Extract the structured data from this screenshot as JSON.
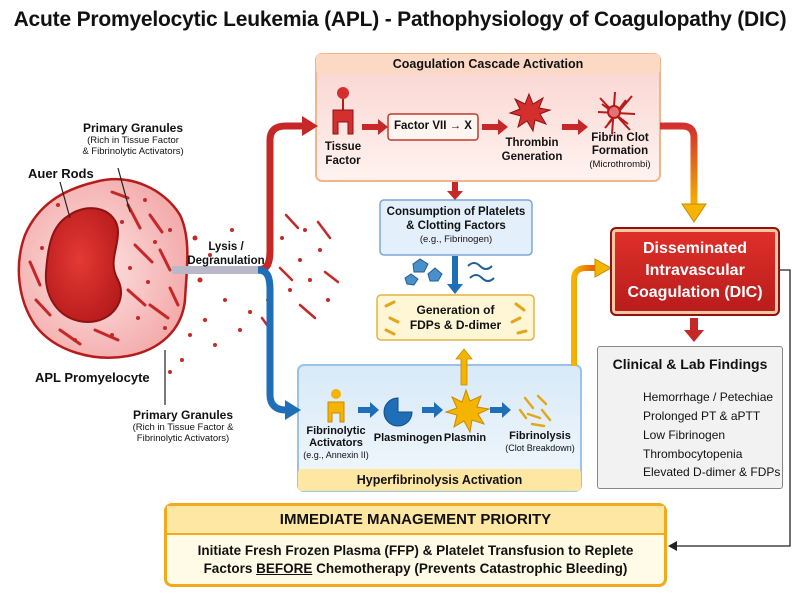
{
  "title": "Acute Promyelocytic Leukemia (APL) - Pathophysiology of Coagulopathy (DIC)",
  "cell": {
    "primary_granules_top": "Primary Granules",
    "primary_granules_top_note1": "(Rich in Tissue Factor",
    "primary_granules_top_note2": "& Fibrinolytic Activators)",
    "auer_rods": "Auer Rods",
    "lysis1": "Lysis /",
    "lysis2": "Degranulation",
    "promyelocyte": "APL Promyelocyte",
    "primary_granules_bottom": "Primary Granules",
    "primary_granules_bottom_note1": "(Rich in Tissue Factor &",
    "primary_granules_bottom_note2": "Fibrinolytic Activators)"
  },
  "coag": {
    "header": "Coagulation Cascade Activation",
    "tissue_factor1": "Tissue",
    "tissue_factor2": "Factor",
    "factor": "Factor VII → X",
    "thrombin1": "Thrombin",
    "thrombin2": "Generation",
    "fibrin1": "Fibrin Clot",
    "fibrin2": "Formation",
    "fibrin3": "(Microthrombi)"
  },
  "consumption": {
    "line1": "Consumption of Platelets",
    "line2": "& Clotting Factors",
    "line3": "(e.g., Fibrinogen)"
  },
  "fdp": {
    "line1": "Generation of",
    "line2": "FDPs & D-dimer"
  },
  "fib": {
    "header": "Hyperfibrinolysis Activation",
    "activators1": "Fibrinolytic",
    "activators2": "Activators",
    "activators3": "(e.g., Annexin II)",
    "plasminogen": "Plasminogen",
    "plasmin": "Plasmin",
    "fibrinolysis1": "Fibrinolysis",
    "fibrinolysis2": "(Clot Breakdown)"
  },
  "dic": {
    "line1": "Disseminated",
    "line2": "Intravascular",
    "line3": "Coagulation (DIC)"
  },
  "findings": {
    "header": "Clinical & Lab Findings",
    "items": [
      "Hemorrhage / Petechiae",
      "Prolonged PT & aPTT",
      "Low Fibrinogen",
      "Thrombocytopenia",
      "Elevated D-dimer & FDPs"
    ]
  },
  "management": {
    "header": "IMMEDIATE MANAGEMENT PRIORITY",
    "line1": "Initiate Fresh Frozen Plasma (FFP) & Platelet Transfusion to Replete",
    "line2_pre": "Factors ",
    "line2_em": "BEFORE",
    "line2_post": " Chemotherapy (Prevents Catastrophic Bleeding)"
  },
  "colors": {
    "red": "#c62828",
    "blue": "#1f6fb8",
    "gold": "#f2a91c"
  }
}
